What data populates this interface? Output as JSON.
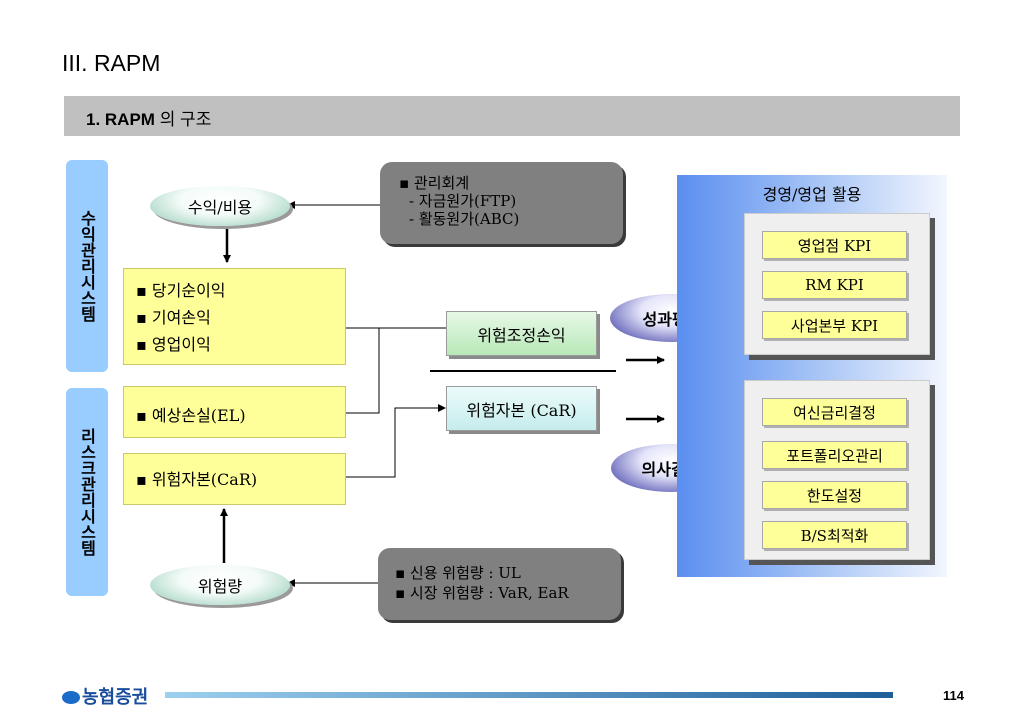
{
  "slide": {
    "title": "III. RAPM",
    "section_bold": "1. RAPM",
    "section_rest": " 의 구조",
    "page_number": "114"
  },
  "left_bands": {
    "profit_system": "수익관리시스템",
    "risk_system": "리스크관리시스템"
  },
  "top_ellipse": "수익/비용",
  "bottom_ellipse": "위험량",
  "top_gray": {
    "line1": "▪ 관리회계",
    "line2": "- 자금원가(FTP)",
    "line3": "- 활동원가(ABC)"
  },
  "bottom_gray": {
    "line1": "▪ 신용 위험량 : UL",
    "line2": "▪ 시장 위험량 : VaR, EaR"
  },
  "income_box": [
    "▪ 당기순이익",
    "▪ 기여손익",
    "▪ 영업이익"
  ],
  "expected_loss_box": "▪ 예상손실(EL)",
  "risk_capital_box": "▪ 위험자본(CaR)",
  "risk_adjusted_profit": "위험조정손익",
  "risk_capital": "위험자본 (CaR)",
  "performance_eval": "성과평가",
  "decision_making": "의사결정",
  "usage_panel": {
    "title": "경영/영업 활용",
    "kpi_items": [
      "영업점 KPI",
      "RM KPI",
      "사업본부 KPI"
    ],
    "decision_items": [
      "여신금리결정",
      "포트폴리오관리",
      "한도설정",
      "B/S최적화"
    ]
  },
  "footer": {
    "logo": "농협증권"
  },
  "colors": {
    "band": "#99ccff",
    "yellow": "#ffff99",
    "gray": "#808080",
    "section_bar": "#c0c0c0"
  }
}
